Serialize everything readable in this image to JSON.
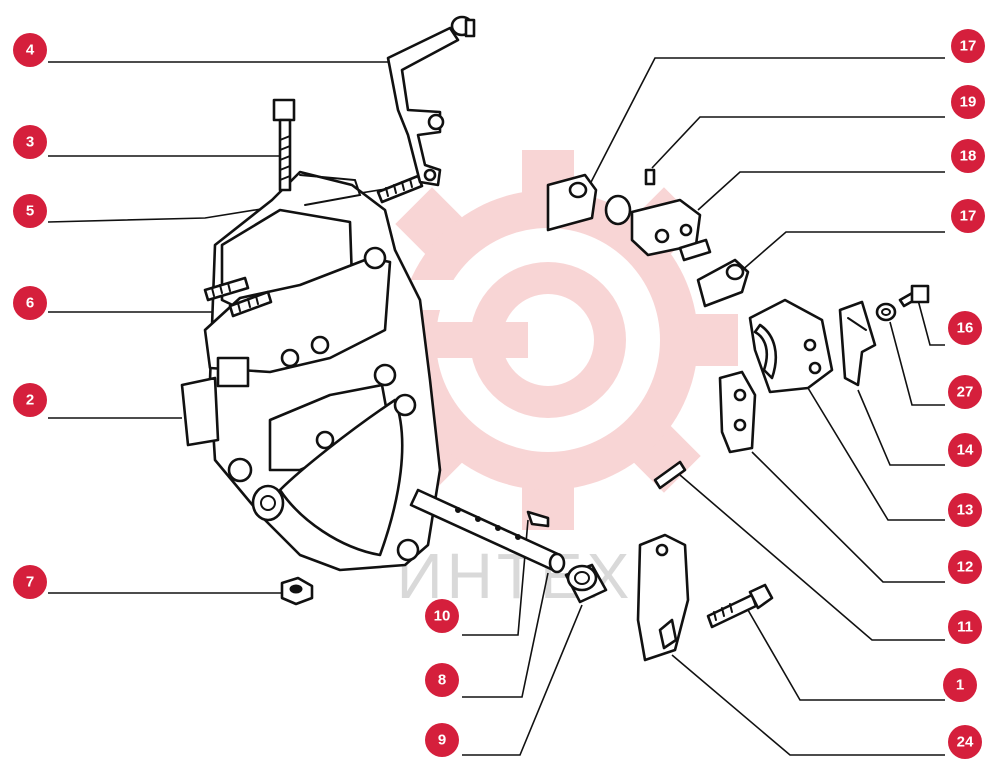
{
  "watermark": {
    "text": "ИНТЕХ",
    "color": "#f4b9b9"
  },
  "callout_color": "#d51f3c",
  "callouts": {
    "c4": "4",
    "c3": "3",
    "c5": "5",
    "c6": "6",
    "c2": "2",
    "c7": "7",
    "c10": "10",
    "c8": "8",
    "c9": "9",
    "c17a": "17",
    "c19": "19",
    "c18": "18",
    "c17b": "17",
    "c16": "16",
    "c27": "27",
    "c14": "14",
    "c13": "13",
    "c12": "12",
    "c11": "11",
    "c1": "1",
    "c24": "24"
  }
}
